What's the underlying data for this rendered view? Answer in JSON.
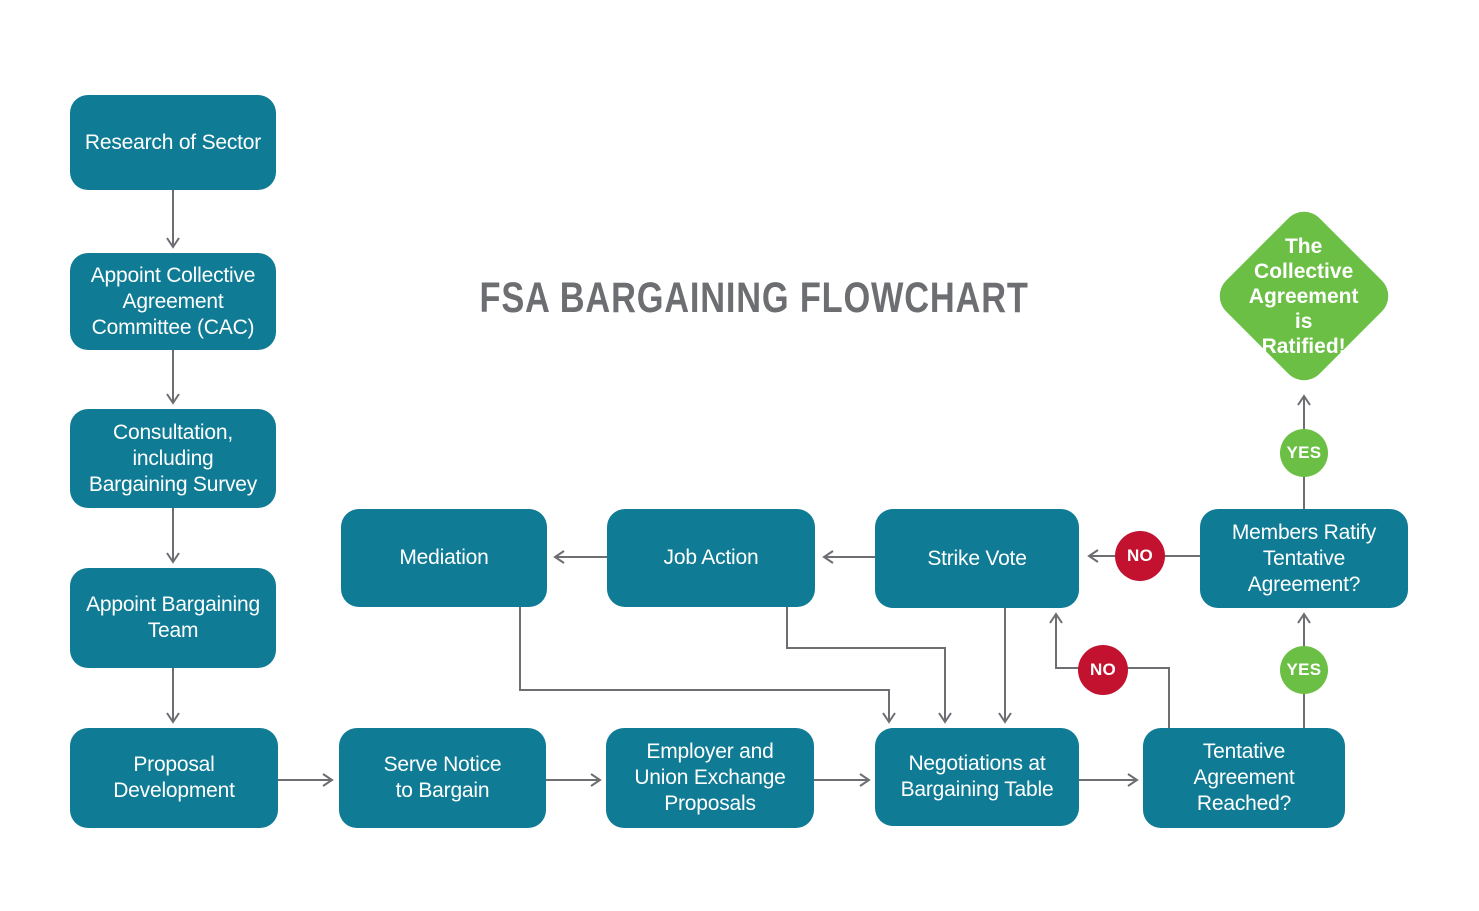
{
  "title": "FSA BARGAINING FLOWCHART",
  "colors": {
    "node_teal": "#0F7B94",
    "yes_green": "#6ABF44",
    "no_red": "#C2122F",
    "connector_grey": "#6D6E71",
    "node_text": "#FFFFFF",
    "background": "#FFFFFF"
  },
  "nodes": {
    "research": {
      "label": "Research of Sector"
    },
    "cac": {
      "label": "Appoint Collective\nAgreement\nCommittee (CAC)"
    },
    "consultation": {
      "label": "Consultation,\nincluding\nBargaining Survey"
    },
    "team": {
      "label": "Appoint Bargaining\nTeam"
    },
    "proposal": {
      "label": "Proposal\nDevelopment"
    },
    "serve_notice": {
      "label": "Serve Notice\nto Bargain"
    },
    "exchange": {
      "label": "Employer and\nUnion Exchange\nProposals"
    },
    "negotiations": {
      "label": "Negotiations at\nBargaining Table"
    },
    "tentative": {
      "label": "Tentative\nAgreement\nReached?"
    },
    "mediation": {
      "label": "Mediation"
    },
    "job_action": {
      "label": "Job Action"
    },
    "strike_vote": {
      "label": "Strike Vote"
    },
    "members_ratify": {
      "label": "Members Ratify\nTentative\nAgreement?"
    },
    "ratified": {
      "label": "The\nCollective\nAgreement is\nRatified!"
    }
  },
  "badges": {
    "yes_to_ratified": "YES",
    "yes_to_members": "YES",
    "no_members_ratify": "NO",
    "no_tentative": "NO"
  }
}
